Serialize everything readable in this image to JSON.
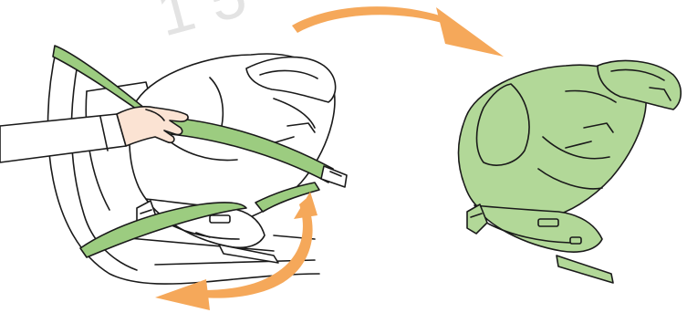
{
  "watermark": {
    "text": "1 5"
  },
  "colors": {
    "belt": "#9ccc80",
    "seat_fill": "#b2d898",
    "arrow": "#f5a85a",
    "line": "#1a1a1a",
    "background": "#ffffff",
    "skin": "#fbe3d3",
    "sleeve": "#ffffff",
    "watermark": "#e3e3e3"
  },
  "left_panel": {
    "components": [
      "vehicle-seat",
      "car-seat",
      "seat-belt",
      "belt-buckle",
      "hand",
      "rotation-arrow"
    ]
  },
  "right_panel": {
    "components": [
      "car-seat-highlighted"
    ]
  },
  "transition_arrow": {
    "icon": "curved-arrow-right"
  }
}
